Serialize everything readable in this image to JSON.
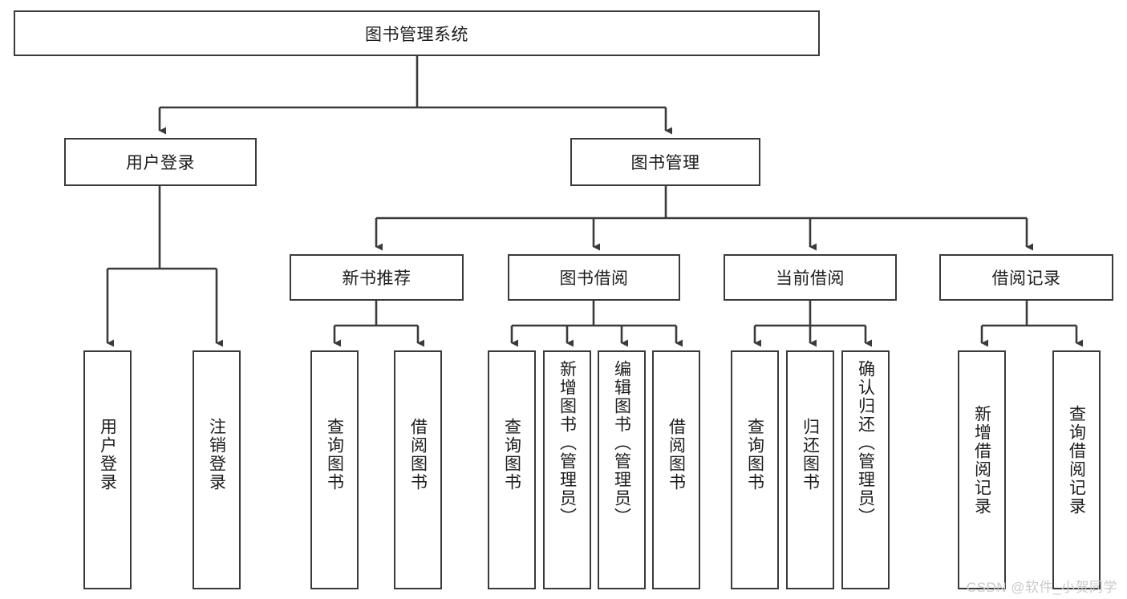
{
  "diagram": {
    "title": "图书管理系统",
    "root": {
      "label": "图书管理系统"
    },
    "level1": [
      {
        "label": "用户登录"
      },
      {
        "label": "图书管理"
      }
    ],
    "level2": [
      {
        "label": "新书推荐"
      },
      {
        "label": "图书借阅"
      },
      {
        "label": "当前借阅"
      },
      {
        "label": "借阅记录"
      }
    ],
    "leaves": [
      {
        "label": "用户登录"
      },
      {
        "label": "注销登录"
      },
      {
        "label": "查询图书"
      },
      {
        "label": "借阅图书"
      },
      {
        "label": "查询图书"
      },
      {
        "label": "新增图书（管理员）"
      },
      {
        "label": "编辑图书（管理员）"
      },
      {
        "label": "借阅图书"
      },
      {
        "label": "查询图书"
      },
      {
        "label": "归还图书"
      },
      {
        "label": "确认归还（管理员）"
      },
      {
        "label": "新增借阅记录"
      },
      {
        "label": "查询借阅记录"
      }
    ]
  },
  "watermark": {
    "text": "CSDN @软件_小贺同学"
  },
  "colors": {
    "stroke": "#3a3a3a",
    "text": "#1c1c1c",
    "background": "#ffffff",
    "watermark": "#c9c9c9"
  }
}
